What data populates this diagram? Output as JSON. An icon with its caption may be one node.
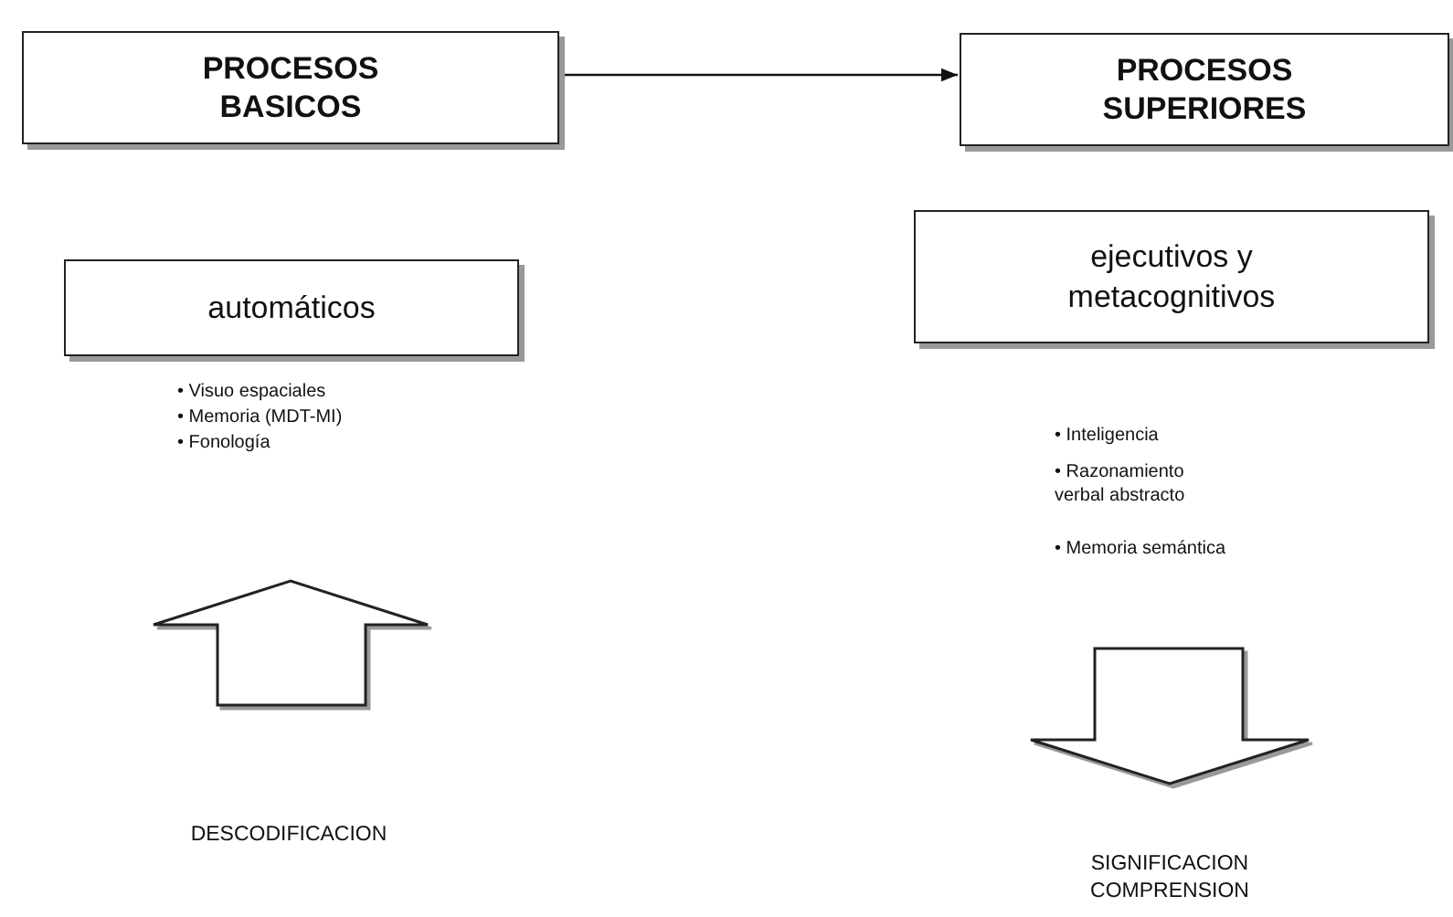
{
  "diagram": {
    "nodes": [
      {
        "text": [
          "PROCESOS BASICOS"
        ]
      },
      {
        "text": [
          "PROCESOS SUPERIORES"
        ]
      },
      {
        "text": [
          "automáticos"
        ]
      },
      {
        "text": [
          "ejecutivos y metacognitivos"
        ]
      }
    ],
    "edges": [
      {
        "from": 0,
        "to": 1,
        "arrow": "to"
      }
    ],
    "labels": [
      "• Visuo espaciales",
      "• Memoria (MDT-MI)",
      "• Fonología",
      "• Inteligencia",
      "• Razonamiento verbal abstracto",
      "• Memoria semántica",
      "DESCODIFICACION",
      "SIGNIFICACION COMPRENSION"
    ]
  }
}
